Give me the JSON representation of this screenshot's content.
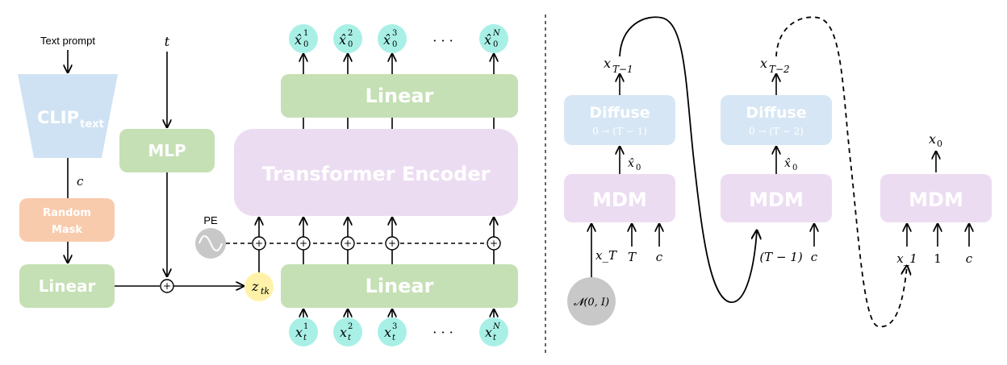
{
  "left": {
    "text_prompt": "Text prompt",
    "clip": {
      "main": "CLIP",
      "sub": "text"
    },
    "t_label": "t",
    "c_label": "c",
    "random_mask": [
      "Random",
      "Mask"
    ],
    "mlp": "MLP",
    "linear_left": "Linear",
    "z_tk": {
      "base": "z",
      "sub": "tk"
    },
    "pe": "PE",
    "transformer": "Transformer Encoder",
    "linear_top": "Linear",
    "linear_bottom": "Linear",
    "outputs": [
      {
        "base": "x̂",
        "sup": "1",
        "sub": "0"
      },
      {
        "base": "x̂",
        "sup": "2",
        "sub": "0"
      },
      {
        "base": "x̂",
        "sup": "3",
        "sub": "0"
      },
      {
        "base": "x̂",
        "sup": "N",
        "sub": "0"
      }
    ],
    "inputs": [
      {
        "base": "x",
        "sup": "1",
        "sub": "t"
      },
      {
        "base": "x",
        "sup": "2",
        "sub": "t"
      },
      {
        "base": "x",
        "sup": "3",
        "sub": "t"
      },
      {
        "base": "x",
        "sup": "N",
        "sub": "t"
      }
    ],
    "ellipsis": "· · ·"
  },
  "right": {
    "stage1": {
      "out": {
        "base": "x",
        "sub": "T−1"
      },
      "diffuse": "Diffuse",
      "diffuse_sub": "0 → (T − 1)",
      "x0hat": {
        "base": "x̂",
        "sub": "0"
      },
      "mdm": "MDM",
      "inputs": [
        "x_T",
        "T",
        "c"
      ],
      "noise": "𝓝(0, I)"
    },
    "stage2": {
      "out": {
        "base": "x",
        "sub": "T−2"
      },
      "diffuse": "Diffuse",
      "diffuse_sub": "0 → (T − 2)",
      "x0hat": {
        "base": "x̂",
        "sub": "0"
      },
      "mdm": "MDM",
      "inputs": [
        "(T − 1)",
        "c"
      ]
    },
    "stage3": {
      "out": {
        "base": "x",
        "sub": "0"
      },
      "mdm": "MDM",
      "inputs": [
        "x_1",
        "1",
        "c"
      ]
    }
  },
  "colors": {
    "clip": "#cfe2f3",
    "mask": "#f8cbad",
    "green": "#c5e0b4",
    "pink": "#ecdcf2",
    "zcircle": "#fff2a8",
    "token": "#a8f0e6",
    "gray": "#c8c8c8",
    "diffuse": "#d6e6f4"
  }
}
